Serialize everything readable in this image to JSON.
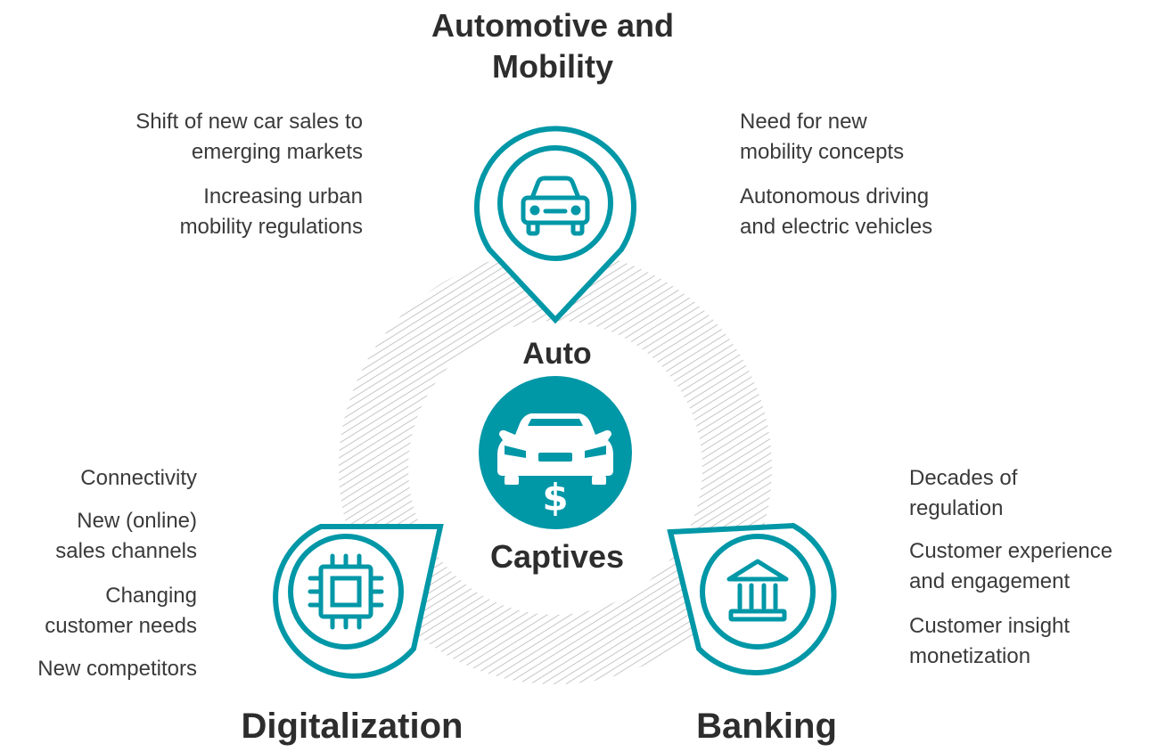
{
  "headings": {
    "automotive": [
      "Automotive and",
      "Mobility"
    ],
    "digitalization": "Digitalization",
    "banking": "Banking"
  },
  "center": {
    "top_label": "Auto",
    "bottom_label": "Captives",
    "icon": "car-dollar-icon"
  },
  "automotive_points": {
    "left": [
      [
        "Shift of new car sales to",
        "emerging markets"
      ],
      [
        "Increasing urban",
        "mobility regulations"
      ]
    ],
    "right": [
      [
        "Need for new",
        "mobility concepts"
      ],
      [
        "Autonomous driving",
        "and electric vehicles"
      ]
    ]
  },
  "digitalization_points": [
    [
      "Connectivity"
    ],
    [
      "New (online)",
      "sales channels"
    ],
    [
      "Changing",
      "customer needs"
    ],
    [
      "New competitors"
    ]
  ],
  "banking_points": [
    [
      "Decades of",
      "regulation"
    ],
    [
      "Customer experience",
      "and engagement"
    ],
    [
      "Customer insight",
      "monetization"
    ]
  ],
  "pin_icons": {
    "automotive": "car-front-icon",
    "digitalization": "chip-icon",
    "banking": "bank-icon"
  },
  "colors": {
    "teal": "#0097a7",
    "hatch": "#c8c8c8",
    "text": "#3a3a3a",
    "heading": "#2d2d2d"
  }
}
